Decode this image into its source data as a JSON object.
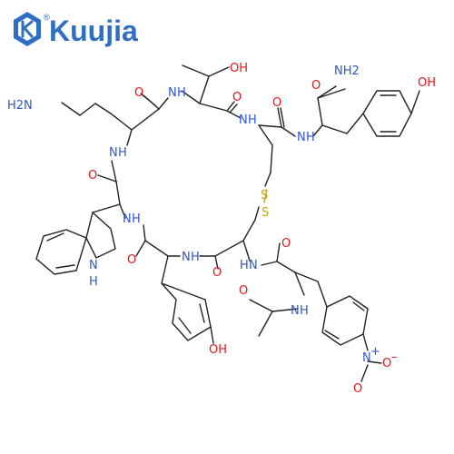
{
  "brand": {
    "name": "Kuujia",
    "registered": "®",
    "color": "#2f6fc2"
  },
  "colors": {
    "carbon_bond": "#222222",
    "nitrogen": "#2f55d4",
    "oxygen": "#e0161b",
    "sulfur": "#c9a400"
  },
  "atoms": {
    "nh2_lys": "H2N",
    "o_lys_co": "O",
    "nh_thr": "N",
    "h_nh_thr": "H",
    "oh_thr": "OH",
    "o_thr_co": "O",
    "nh_cys2": "N",
    "h_nh_cys2": "H",
    "o_cys2_co": "O",
    "nh_tyr_amide": "N",
    "h_nh_tyr_amide": "H",
    "o_amide": "O",
    "nh2_amide": "NH2",
    "oh_tyr_top": "OH",
    "nh_lys": "N",
    "h_nh_lys": "H",
    "o_trp_co": "O",
    "s1": "S",
    "s2": "S",
    "nh_trp": "N",
    "h_nh_trp": "H",
    "nh_indole": "N",
    "h_indole": "H",
    "o_tyr_co": "O",
    "nh_tyr": "N",
    "h_nh_tyr": "H",
    "o_cys1_co": "O",
    "nh_cys1": "N",
    "h_nh_cys1": "H",
    "o_phe_co": "O",
    "o_acetyl": "O",
    "nh_phe": "N",
    "h_nh_phe": "H",
    "oh_tyr_bottom": "OH",
    "n_nitro": "N",
    "plus": "+",
    "o_nitro_minus": "O",
    "minus": "–",
    "o_nitro": "O"
  }
}
